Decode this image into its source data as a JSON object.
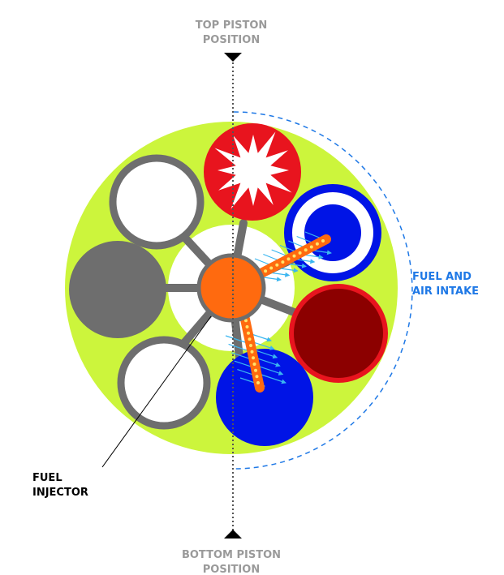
{
  "labels": {
    "top_line1": "TOP PISTON",
    "top_line2": "POSITION",
    "bottom_line1": "BOTTOM PISTON",
    "bottom_line2": "POSITION",
    "intake_line1": "FUEL AND",
    "intake_line2": "AIR INTAKE",
    "injector_line1": "FUEL",
    "injector_line2": "INJECTOR"
  },
  "colors": {
    "engine_body": "#ccf53c",
    "hub": "#ff6a0f",
    "spoke": "#6e6e6e",
    "combustion_red": "#e8141e",
    "intake_blue": "#0014e6",
    "exhaust_maroon": "#8c0000",
    "solid_grey": "#6e6e6e",
    "axis_label_grey": "#9a9a9a",
    "intake_label_blue": "#1e78e6",
    "flow_arrow_cyan": "#3ab6f0",
    "injector_label": "#000000"
  },
  "icons": {
    "top_marker": "triangle-down-icon",
    "bottom_marker": "triangle-up-icon",
    "explosion": "explosion-star-icon",
    "flow": "arrow-right-icon"
  }
}
